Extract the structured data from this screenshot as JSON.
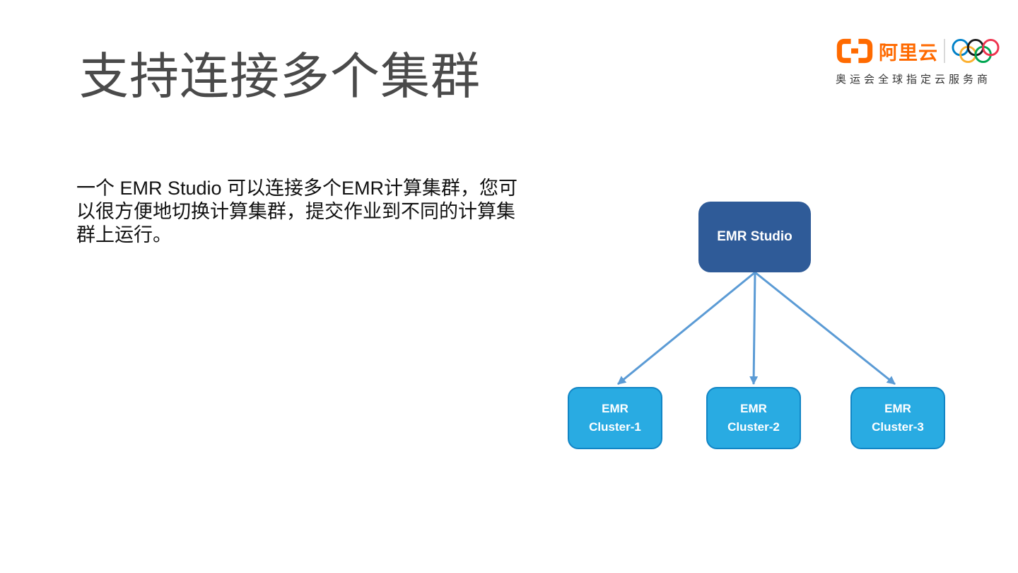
{
  "slide": {
    "title": "支持连接多个集群",
    "body_lines": [
      "一个 EMR Studio 可以连接多个EMR计算集群，您可",
      "以很方便地切换计算集群，提交作业到不同的计算集",
      "群上运行。"
    ],
    "background_color": "#FFFFFF",
    "title_color": "#4A4A4A",
    "body_text_color": "#111111"
  },
  "branding": {
    "logo_text": "阿里云",
    "tagline": "奥运会全球指定云服务商",
    "brand_orange": "#FF6A00",
    "divider_color": "#D9D9D9",
    "olympic_ring_colors": {
      "blue": "#0081C8",
      "black": "#1A1A1A",
      "red": "#EE334E",
      "yellow": "#FCB131",
      "green": "#00A651"
    }
  },
  "diagram": {
    "root": {
      "label": "EMR Studio",
      "fill": "#2F5B98",
      "text_color": "#FFFFFF"
    },
    "children": [
      {
        "line1": "EMR",
        "line2": "Cluster-1"
      },
      {
        "line1": "EMR",
        "line2": "Cluster-2"
      },
      {
        "line1": "EMR",
        "line2": "Cluster-3"
      }
    ],
    "child_fill": "#29ABE2",
    "child_border_color": "#1185C5",
    "child_text_color": "#FFFFFF",
    "arrow_color": "#5B9BD5"
  }
}
